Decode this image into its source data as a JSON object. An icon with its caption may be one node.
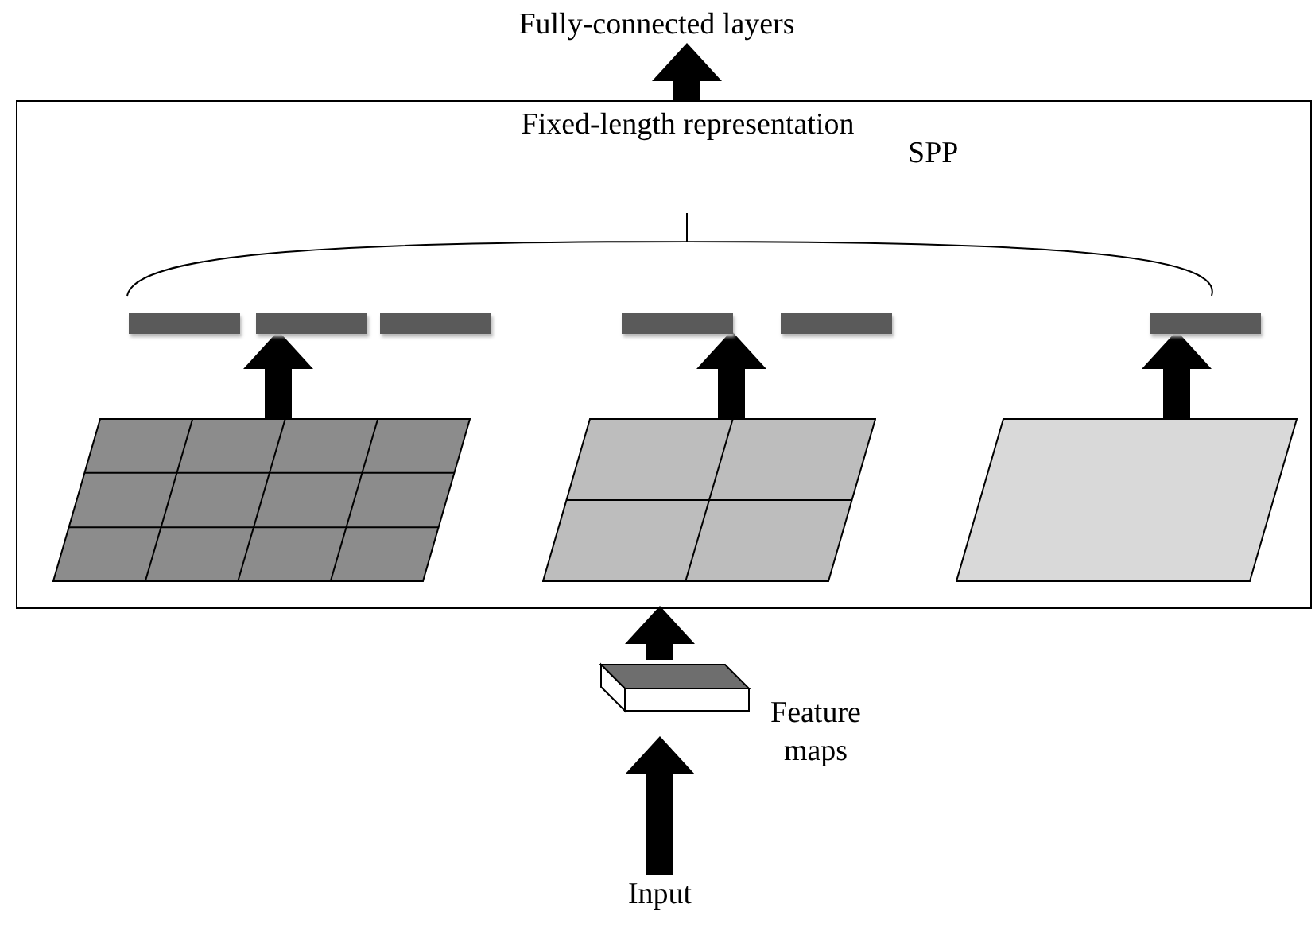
{
  "diagram": {
    "nodes": [
      {
        "text": [
          "Fully-connected layers"
        ]
      },
      {
        "text": [
          "SPP"
        ]
      },
      {
        "text": [],
        "shape": "bar",
        "in": 1
      },
      {
        "text": [],
        "shape": "bar",
        "in": 1
      },
      {
        "text": [],
        "shape": "bar",
        "in": 1
      },
      {
        "text": [],
        "shape": "bar",
        "in": 1
      },
      {
        "text": [],
        "shape": "bar",
        "in": 1
      },
      {
        "text": [],
        "shape": "bar",
        "in": 1
      },
      {
        "text": [],
        "shape": "grid",
        "in": 1
      },
      {
        "text": [],
        "shape": "grid",
        "in": 1
      },
      {
        "text": [],
        "shape": "grid",
        "in": 1
      },
      {
        "text": [],
        "shape": "box",
        "beside": [
          "Feature maps"
        ]
      },
      {
        "text": [
          "Input"
        ]
      }
    ],
    "edges": [
      {
        "from": 12,
        "to": 11,
        "arrow": "to"
      },
      {
        "from": 11,
        "to": 1,
        "arrow": "to"
      },
      {
        "from": 8,
        "to": 3,
        "arrow": "to"
      },
      {
        "from": 9,
        "to": 5,
        "arrow": "to"
      },
      {
        "from": 10,
        "to": 7,
        "arrow": "to"
      },
      {
        "from": 1,
        "to": 0,
        "arrow": "to"
      }
    ],
    "labels": [
      "Fixed-length representation"
    ]
  }
}
